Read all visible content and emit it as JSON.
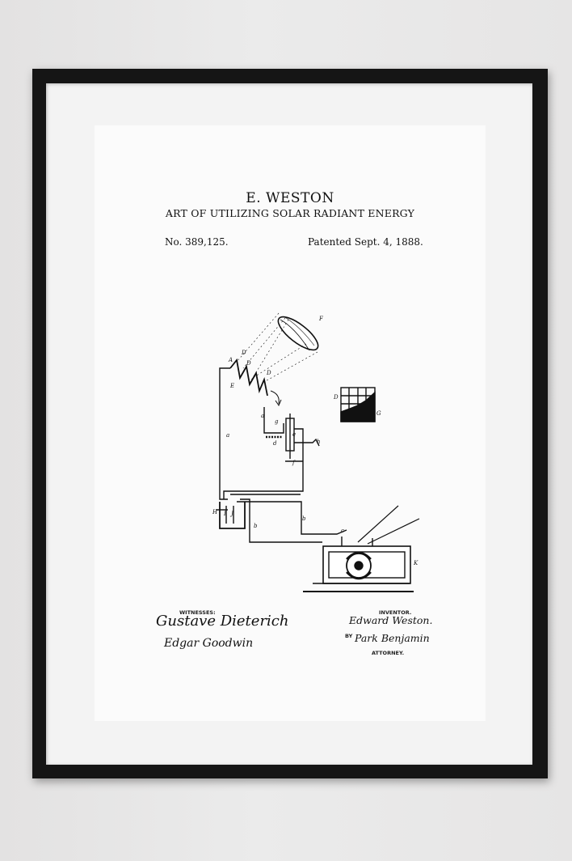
{
  "patent": {
    "inventor_name": "E. WESTON",
    "title": "ART OF UTILIZING SOLAR RADIANT ENERGY",
    "number": "No. 389,125.",
    "date": "Patented Sept. 4, 1888."
  },
  "labels": {
    "witnesses": "WITNESSES:",
    "inventor": "INVENTOR.",
    "by": "BY",
    "attorney": "ATTORNEY."
  },
  "signatures": {
    "witness_1": "Gustave Dieterich",
    "witness_2": "Edgar Goodwin",
    "inventor": "Edward Weston.",
    "attorney": "Park Benjamin"
  },
  "figure_letters": [
    "A",
    "D",
    "D",
    "E",
    "D",
    "F",
    "a",
    "a",
    "g",
    "e",
    "d",
    "f",
    "h",
    "b",
    "b",
    "c",
    "H",
    "I",
    "J",
    "K",
    "D",
    "G"
  ],
  "colors": {
    "frame": "#151515",
    "mat": "#f3f3f3",
    "paper": "#fbfbfb",
    "ink": "#111111",
    "wall": "#e6e5e5"
  }
}
